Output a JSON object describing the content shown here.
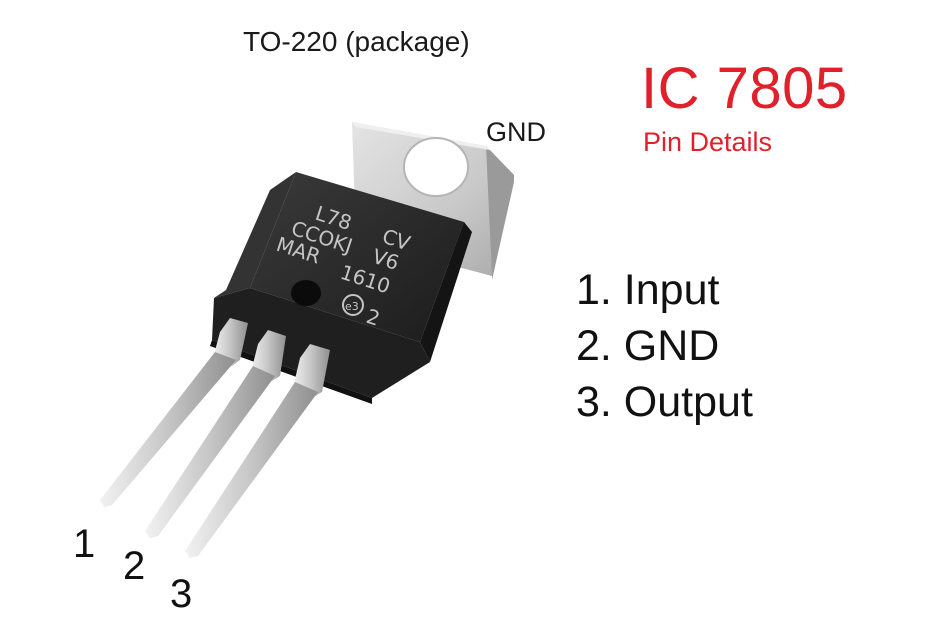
{
  "package_label": "TO-220 (package)",
  "tab_label": "GND",
  "title": "IC 7805",
  "subtitle": "Pin Details",
  "pins": [
    {
      "line": "1. Input"
    },
    {
      "line": "2. GND"
    },
    {
      "line": "3. Output"
    }
  ],
  "pin_numbers": [
    "1",
    "2",
    "3"
  ],
  "chip_marking": {
    "line1": "L78",
    "line1b": "CV",
    "line2": "CCOKJ",
    "line2b": "V6",
    "line3": "MAR",
    "line4": "1610",
    "logo": "e3",
    "suffix": "2"
  },
  "colors": {
    "accent": "#e0202a",
    "body": "#2b2b2b",
    "tab": "#c9c9c9",
    "leads": "#d4d4d4"
  }
}
